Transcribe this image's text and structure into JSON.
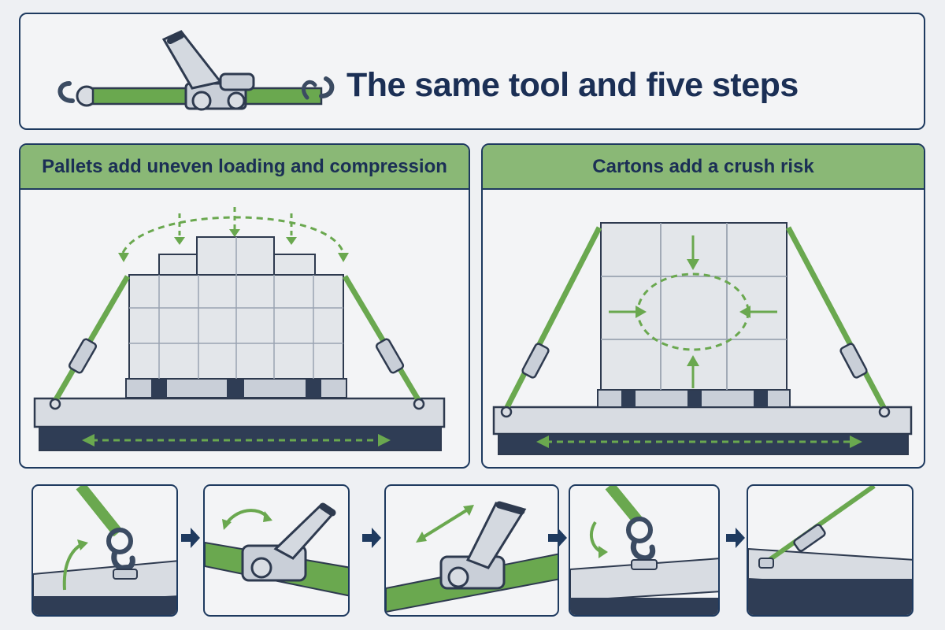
{
  "header": {
    "title": "The same tool and five steps",
    "tool_icon": "ratchet-strap-icon"
  },
  "panels": [
    {
      "title": "Pallets add uneven loading and compression",
      "illustration": "pallet-load-diagram"
    },
    {
      "title": "Cartons add a crush risk",
      "illustration": "carton-stack-diagram"
    }
  ],
  "steps": [
    {
      "icon": "hook-attach-icon"
    },
    {
      "icon": "ratchet-thread-icon"
    },
    {
      "icon": "ratchet-tighten-icon"
    },
    {
      "icon": "hook-secure-icon"
    },
    {
      "icon": "strap-tensioned-icon"
    }
  ],
  "colors": {
    "navy": "#1e3a5f",
    "green": "#6aa84f",
    "header_green": "#8ab876",
    "background": "#f3f4f6"
  }
}
